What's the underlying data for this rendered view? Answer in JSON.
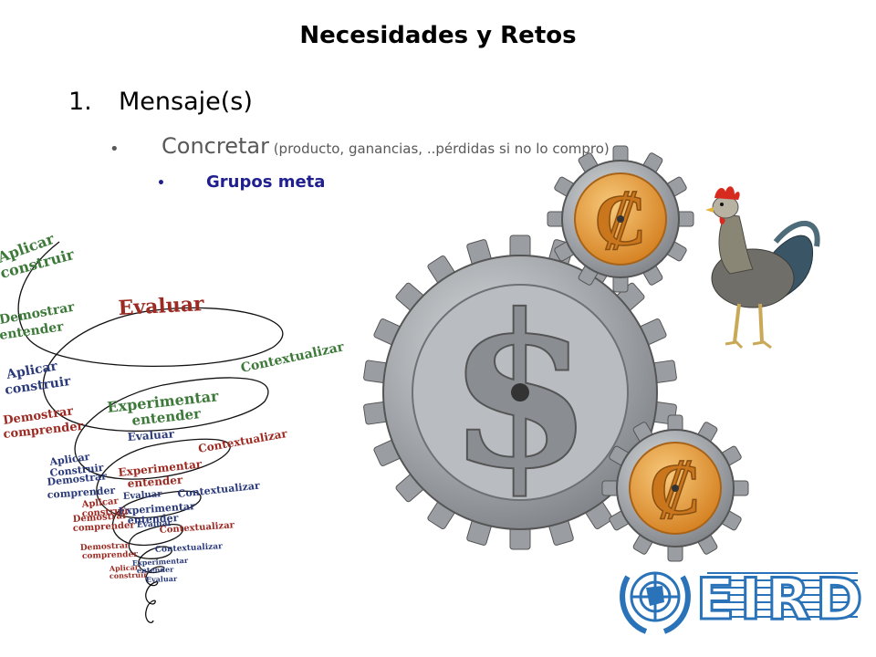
{
  "slide": {
    "title": "Necesidades y Retos",
    "item1": {
      "number": "1.",
      "text": "Mensaje(s)"
    },
    "item2": {
      "bullet": "•",
      "main": "Concretar",
      "detail": " (producto, ganancias, ..pérdidas si no lo compro)"
    },
    "item3": {
      "bullet": "•",
      "text": "Grupos meta"
    }
  },
  "spiral": {
    "words": [
      "Aplicar",
      "construir",
      "Evaluar",
      "Demostrar",
      "entender",
      "Contextualizar",
      "Aplicar",
      "construir",
      "Experimentar",
      "entender",
      "Demostrar",
      "comprender",
      "Evaluar",
      "Contextualizar",
      "Aplicar",
      "Construir",
      "Experimentar",
      "entender",
      "Demostrar",
      "comprender",
      "Evaluar",
      "Contextualizar",
      "Aplicar",
      "construir",
      "Experimentar",
      "entender",
      "Demostrar",
      "comprender",
      "Evaluar",
      "Contextualizar",
      "Demostrar",
      "comprender",
      "Contextualizar",
      "Aplicar",
      "construir",
      "Experimentar",
      "entender",
      "Evaluar"
    ]
  },
  "logos": {
    "eird": "EIRD"
  },
  "colors": {
    "gear": "#9a9ea3",
    "coin": "#e39a3a",
    "spiral_green": "#3d7a3a",
    "spiral_red": "#9c2a22",
    "spiral_blue": "#2a3a7a",
    "eird_blue": "#2a73b8"
  }
}
